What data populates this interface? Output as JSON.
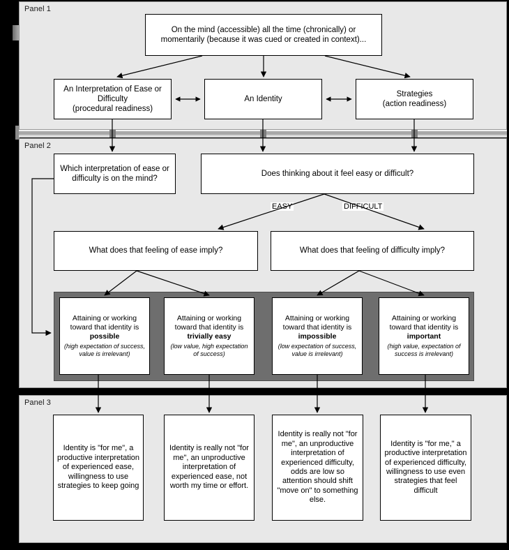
{
  "figure": {
    "panels": [
      {
        "label": "Panel 1"
      },
      {
        "label": "Panel 2"
      },
      {
        "label": "Panel 3"
      }
    ]
  },
  "panel1": {
    "top_box": "On the mind (accessible) all the time (chronically) or momentarily (because it was cued or created in context)...",
    "boxes": [
      {
        "line1": "An Interpretation of Ease or",
        "line2": "Difficulty",
        "line3": "(procedural readiness)"
      },
      {
        "line1": "An Identity",
        "line2": "",
        "line3": ""
      },
      {
        "line1": "Strategies",
        "line2": "(action readiness)",
        "line3": ""
      }
    ]
  },
  "panel2": {
    "question_left": "Which interpretation of ease or difficulty is on the mind?",
    "question_right": "Does thinking about it feel easy or difficult?",
    "branch_labels": {
      "easy": "EASY",
      "difficult": "DIFFICULT"
    },
    "imply_left": "What does that feeling of ease imply?",
    "imply_right": "What does that feeling of difficulty imply?",
    "outcomes": [
      {
        "lead": "Attaining or working toward that identity is",
        "keyword": "possible",
        "detail": "(high expectation of success, value is irrelevant)"
      },
      {
        "lead": "Attaining or working toward that identity is",
        "keyword": "trivially easy",
        "detail": "(low value, high expectation of success)"
      },
      {
        "lead": "Attaining or working toward that identity is",
        "keyword": "impossible",
        "detail": "(low expectation of success, value is irrelevant)"
      },
      {
        "lead": "Attaining or working toward that identity is",
        "keyword": "important",
        "detail": "(high value, expectation of success is irrelevant)"
      }
    ]
  },
  "panel3": {
    "boxes": [
      "Identity is \"for me\", a productive interpretation of experienced ease, willingness to use strategies to keep going",
      "Identity is really not \"for me\", an unproductive interpretation of experienced ease, not worth my time or effort.",
      "Identity is really not \"for me\", an unproductive interpretation of experienced difficulty, odds are low so attention should shift \"move on\" to something else.",
      "Identity is \"for me,\" a productive interpretation of experienced difficulty, willingness to use even strategies that feel difficult"
    ]
  },
  "colors": {
    "panel_background": "#e8e8e8",
    "box_background": "#ffffff",
    "gray_container": "#6e6e6e",
    "border": "#000000",
    "divider_black": "#000000",
    "divider_gray": "#a9a9a9"
  }
}
